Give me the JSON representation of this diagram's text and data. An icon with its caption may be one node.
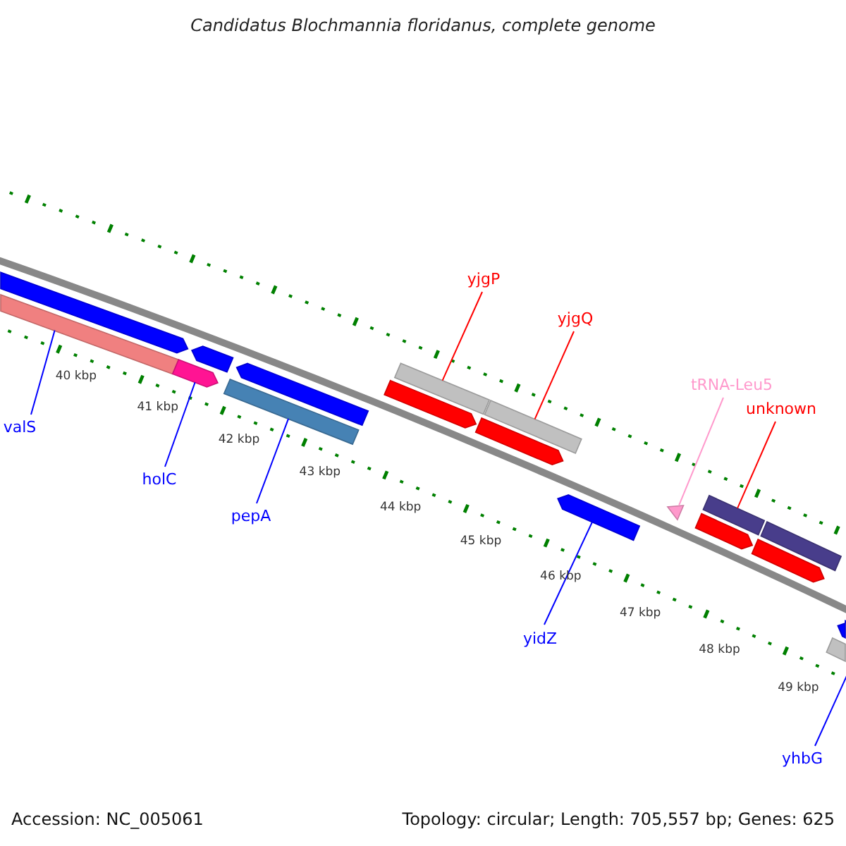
{
  "diagram": {
    "title": "Candidatus Blochmannia floridanus, complete genome",
    "nodes": [
      {
        "text": [
          "yjgP"
        ]
      },
      {
        "text": [
          "yjgQ"
        ]
      },
      {
        "text": [
          "tRNA-Leu5"
        ]
      },
      {
        "text": [
          "unknown"
        ]
      },
      {
        "text": [
          "valS"
        ]
      },
      {
        "text": [
          "holC"
        ]
      },
      {
        "text": [
          "pepA"
        ]
      },
      {
        "text": [
          "yidZ"
        ]
      },
      {
        "text": [
          "yhbG"
        ]
      },
      {
        "text": [],
        "shape": "bar"
      },
      {
        "text": [],
        "shape": "arrow"
      },
      {
        "text": [],
        "shape": "bar"
      },
      {
        "text": [],
        "shape": "bar"
      },
      {
        "text": [],
        "shape": "bar"
      },
      {
        "text": [],
        "shape": "arrow"
      },
      {
        "text": [],
        "shape": "triangle"
      },
      {
        "text": [],
        "shape": "bar"
      },
      {
        "text": [],
        "shape": "bar"
      },
      {
        "text": [],
        "shape": "arrow"
      },
      {
        "text": [],
        "shape": "arrow"
      },
      {
        "text": [],
        "shape": "arrow"
      },
      {
        "text": [],
        "shape": "arrow"
      },
      {
        "text": [],
        "shape": "arrow"
      },
      {
        "text": [],
        "shape": "arrow"
      },
      {
        "text": [],
        "shape": "arrow"
      },
      {
        "text": [],
        "shape": "arrow"
      },
      {
        "text": [],
        "shape": "bar"
      }
    ],
    "edges": [
      {
        "from": 0,
        "to": 12,
        "arrow": "none",
        "color": "#ff0000"
      },
      {
        "from": 1,
        "to": 13,
        "arrow": "none",
        "color": "#ff0000"
      },
      {
        "from": 2,
        "to": 15,
        "arrow": "none",
        "color": "#ff99cc"
      },
      {
        "from": 3,
        "to": 16,
        "arrow": "none",
        "color": "#ff0000"
      },
      {
        "from": 4,
        "to": 9,
        "arrow": "none"
      },
      {
        "from": 5,
        "to": 10,
        "arrow": "none"
      },
      {
        "from": 6,
        "to": 11,
        "arrow": "none"
      },
      {
        "from": 7,
        "to": 14,
        "arrow": "none"
      },
      {
        "from": 8,
        "to": 17,
        "arrow": "none"
      }
    ],
    "labels": [
      "40 kbp",
      "41 kbp",
      "42 kbp",
      "43 kbp",
      "44 kbp",
      "45 kbp",
      "46 kbp",
      "47 kbp",
      "48 kbp",
      "49 kbp",
      "Accession: NC_005061",
      "Topology: circular; Length: 705,557 bp; Genes: 625"
    ]
  }
}
